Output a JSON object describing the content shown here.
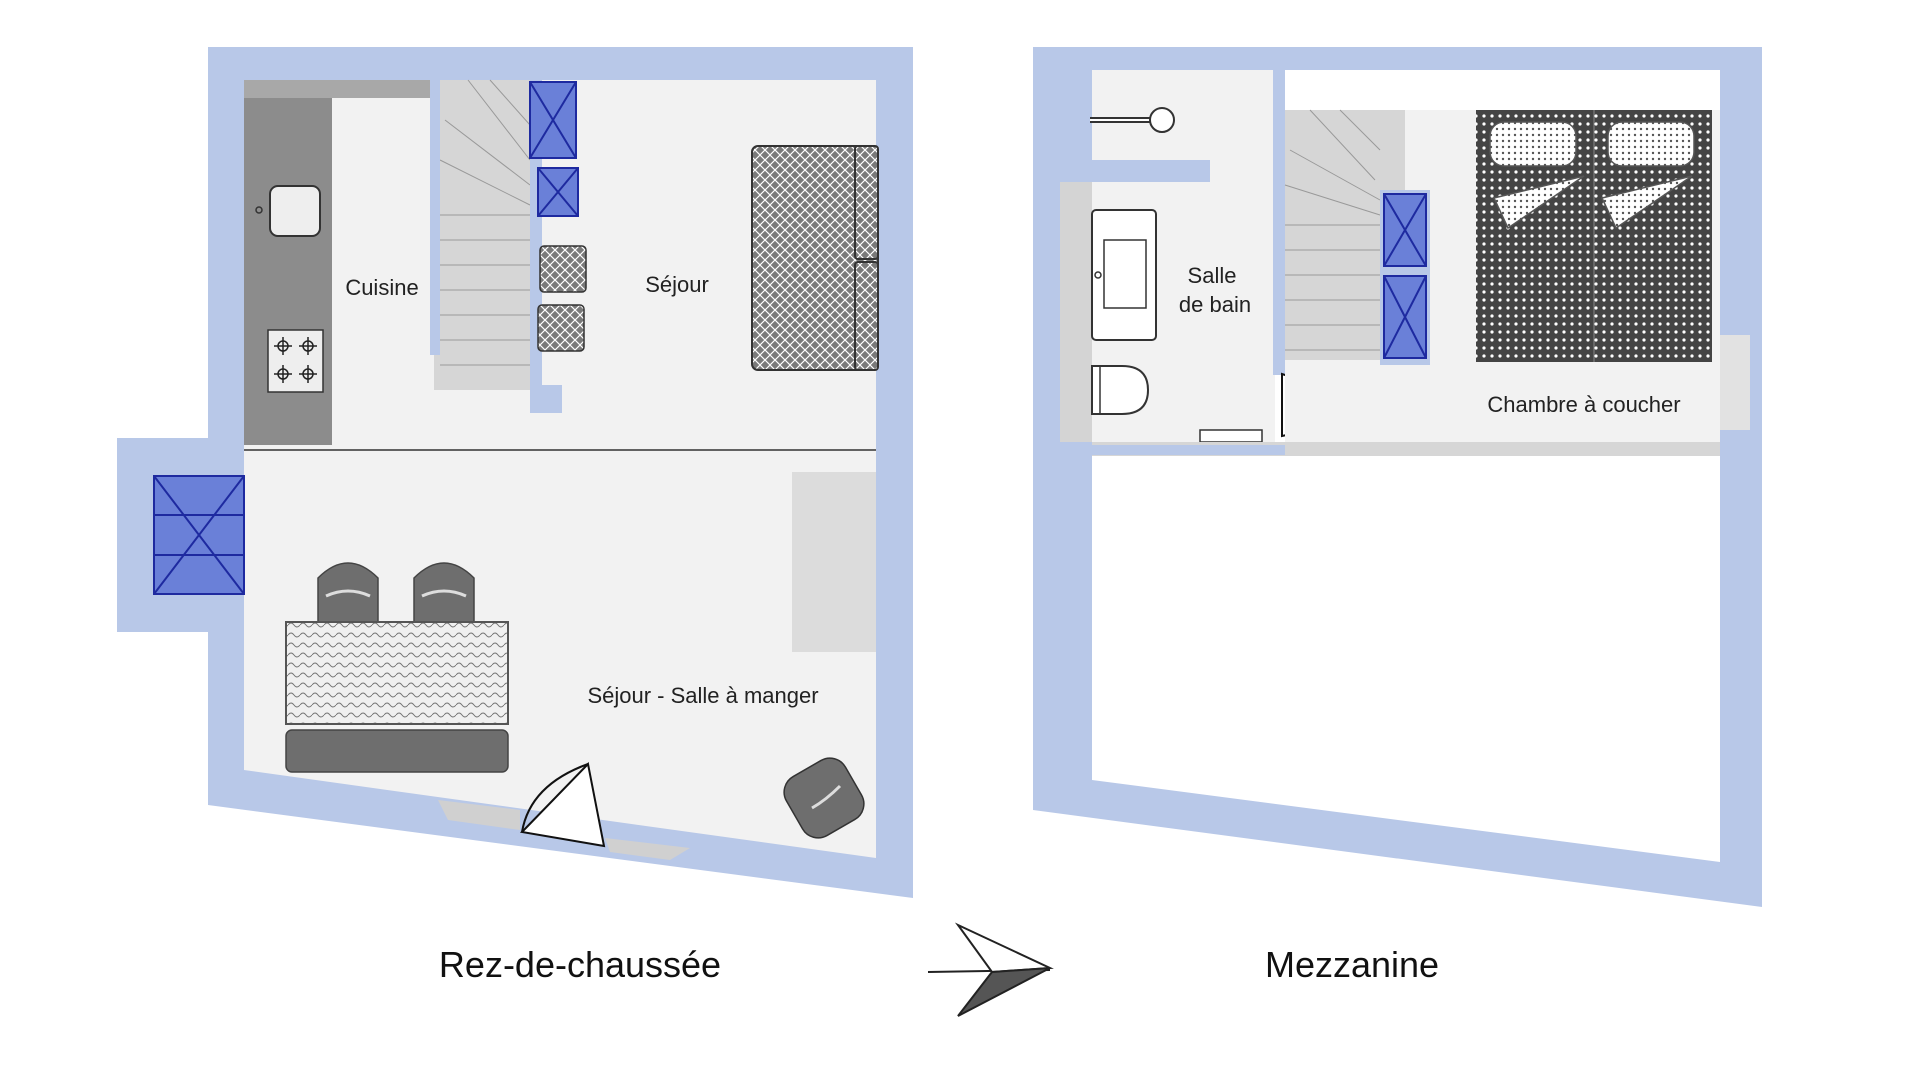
{
  "floors": {
    "ground": {
      "title": "Rez-de-chaussée",
      "rooms": {
        "kitchen": "Cuisine",
        "living": "Séjour",
        "living_dining": "Séjour - Salle à manger"
      }
    },
    "mezzanine": {
      "title": "Mezzanine",
      "rooms": {
        "bathroom_line1": "Salle",
        "bathroom_line2": "de bain",
        "bedroom": "Chambre à coucher"
      }
    }
  },
  "icons": {
    "north_arrow": "north-arrow-icon",
    "stove": "stove-icon",
    "sink": "sink-icon",
    "toilet": "toilet-icon",
    "door": "door-icon"
  },
  "colors": {
    "wall": "#b8c8e8",
    "floor": "#f2f2f2",
    "counter": "#8c8c8c",
    "stair": "#d6d6d6",
    "window_blue": "#4040c0",
    "furniture": "#6e6e6e"
  }
}
